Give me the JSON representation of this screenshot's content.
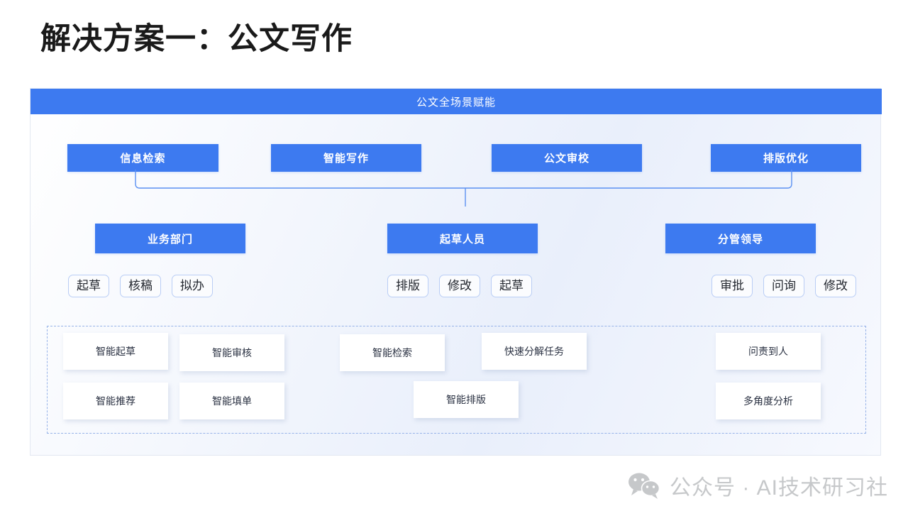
{
  "slide": {
    "title": "解决方案一：公文写作"
  },
  "panel": {
    "header": "公文全场景赋能",
    "capabilities": [
      {
        "label": "信息检索"
      },
      {
        "label": "智能写作"
      },
      {
        "label": "公文审校"
      },
      {
        "label": "排版优化"
      }
    ],
    "roles": [
      {
        "label": "业务部门"
      },
      {
        "label": "起草人员"
      },
      {
        "label": "分管领导"
      }
    ],
    "tag_groups": [
      {
        "tags": [
          "起草",
          "核稿",
          "拟办"
        ]
      },
      {
        "tags": [
          "排版",
          "修改",
          "起草"
        ]
      },
      {
        "tags": [
          "审批",
          "问询",
          "修改"
        ]
      }
    ],
    "features": [
      {
        "label": "智能起草"
      },
      {
        "label": "智能审核"
      },
      {
        "label": "智能检索"
      },
      {
        "label": "快速分解任务"
      },
      {
        "label": "问责到人"
      },
      {
        "label": "智能推荐"
      },
      {
        "label": "智能填单"
      },
      {
        "label": "智能排版"
      },
      {
        "label": "多角度分析"
      }
    ]
  },
  "footer": {
    "icon": "wechat-icon",
    "text": "公众号 · AI技术研习社"
  },
  "colors": {
    "accent_blue": "#3d7af0",
    "tag_border": "#b9cdf5",
    "dotted_border": "#96b2e8",
    "watermark": "#c6c8ca"
  }
}
